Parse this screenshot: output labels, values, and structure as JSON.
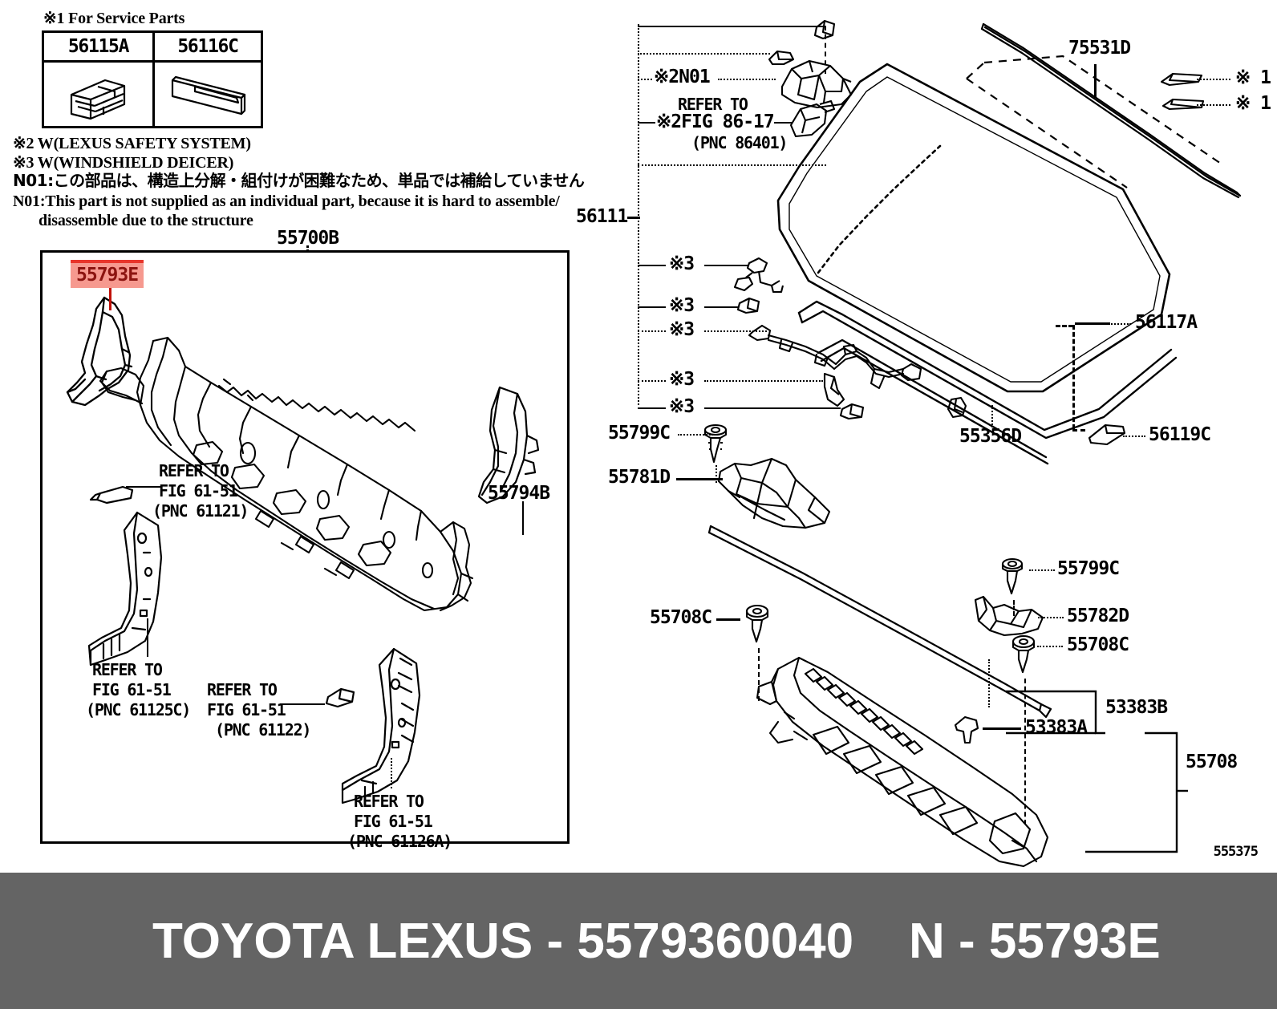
{
  "document": {
    "figure_number": "555375",
    "footer_text": "TOYOTA LEXUS - 5579360040    N - 55793E"
  },
  "service_parts": {
    "heading": "※1 For Service Parts",
    "columns": [
      {
        "part_number": "56115A",
        "icon": "clip-bracket-icon"
      },
      {
        "part_number": "56116C",
        "icon": "molding-strip-icon"
      }
    ]
  },
  "notes": [
    "※2 W(LEXUS SAFETY SYSTEM)",
    "※3 W(WINDSHIELD DEICER)",
    "N01:この部品は、構造上分解・組付けが困難なため、単品では補給していません",
    "N01:This part is not supplied as an individual part, because it is hard to assemble/",
    "disassemble due to the structure"
  ],
  "left_diagram": {
    "group_label": "55700B",
    "highlighted_part": "55793E",
    "labels": [
      {
        "name": "55794B",
        "text": "55794B"
      }
    ],
    "refer_blocks": [
      {
        "line1": "REFER TO",
        "line2": "FIG 61-51",
        "line3": "(PNC 61121)"
      },
      {
        "line1": "REFER TO",
        "line2": "FIG 61-51",
        "line3": "(PNC 61125C)"
      },
      {
        "line1": "REFER TO",
        "line2": "FIG 61-51",
        "line3": "(PNC 61122)"
      },
      {
        "line1": "REFER TO",
        "line2": "FIG 61-51",
        "line3": "(PNC 61126A)"
      }
    ]
  },
  "right_diagram": {
    "windshield_label": "56111",
    "callouts": [
      {
        "name": "n01-lexus-safety",
        "text": "※2N01"
      },
      {
        "name": "refer-fig-86-17-line1",
        "text": "REFER TO"
      },
      {
        "name": "refer-fig-86-17-line2",
        "text": "※2FIG 86-17"
      },
      {
        "name": "refer-fig-86-17-line3",
        "text": "(PNC 86401)"
      },
      {
        "name": "deicer-1",
        "text": "※3"
      },
      {
        "name": "deicer-2",
        "text": "※3"
      },
      {
        "name": "deicer-3",
        "text": "※3"
      },
      {
        "name": "deicer-4",
        "text": "※3"
      },
      {
        "name": "deicer-5",
        "text": "※3"
      }
    ],
    "parts": [
      {
        "name": "75531D",
        "text": "75531D"
      },
      {
        "name": "service-mark-1",
        "text": "※ 1"
      },
      {
        "name": "service-mark-2",
        "text": "※ 1"
      },
      {
        "name": "56117A",
        "text": "56117A"
      },
      {
        "name": "56119C",
        "text": "56119C"
      },
      {
        "name": "55356D",
        "text": "55356D"
      },
      {
        "name": "55799C-upper",
        "text": "55799C"
      },
      {
        "name": "55781D",
        "text": "55781D"
      },
      {
        "name": "55799C-lower",
        "text": "55799C"
      },
      {
        "name": "55782D",
        "text": "55782D"
      },
      {
        "name": "55708C-right",
        "text": "55708C"
      },
      {
        "name": "55708C-left",
        "text": "55708C"
      },
      {
        "name": "53383A",
        "text": "53383A"
      },
      {
        "name": "53383B",
        "text": "53383B"
      },
      {
        "name": "55708",
        "text": "55708"
      }
    ]
  },
  "colors": {
    "highlight_bg": "#F6998F",
    "highlight_text": "#8C1410",
    "highlight_border": "#E8352B",
    "footer_bg": "#646464",
    "ink": "#000000"
  }
}
